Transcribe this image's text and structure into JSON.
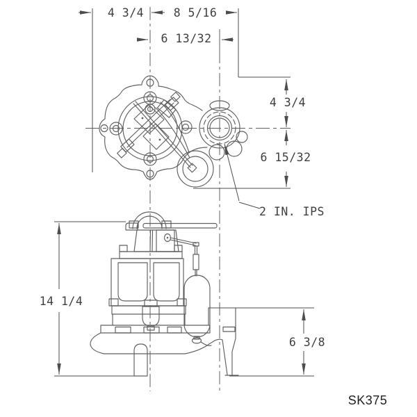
{
  "drawing_code": "SK375",
  "colors": {
    "background": "#ffffff",
    "part_line": "#5f5f5f",
    "dimension_line": "#4d4d4d",
    "dimension_text": "#3e3e3e",
    "code_text": "#202020"
  },
  "top_view": {
    "dimensions": {
      "left_width": "4 3/4",
      "right_width": "8 5/16",
      "center_to_discharge": "6 13/32",
      "flange_top_to_center": "4 3/4",
      "center_to_handle_bottom": "6 15/32"
    },
    "callout_discharge": "2 IN. IPS"
  },
  "side_view": {
    "dimensions": {
      "overall_height": "14 1/4",
      "discharge_centerline_height": "6 3/8"
    }
  }
}
